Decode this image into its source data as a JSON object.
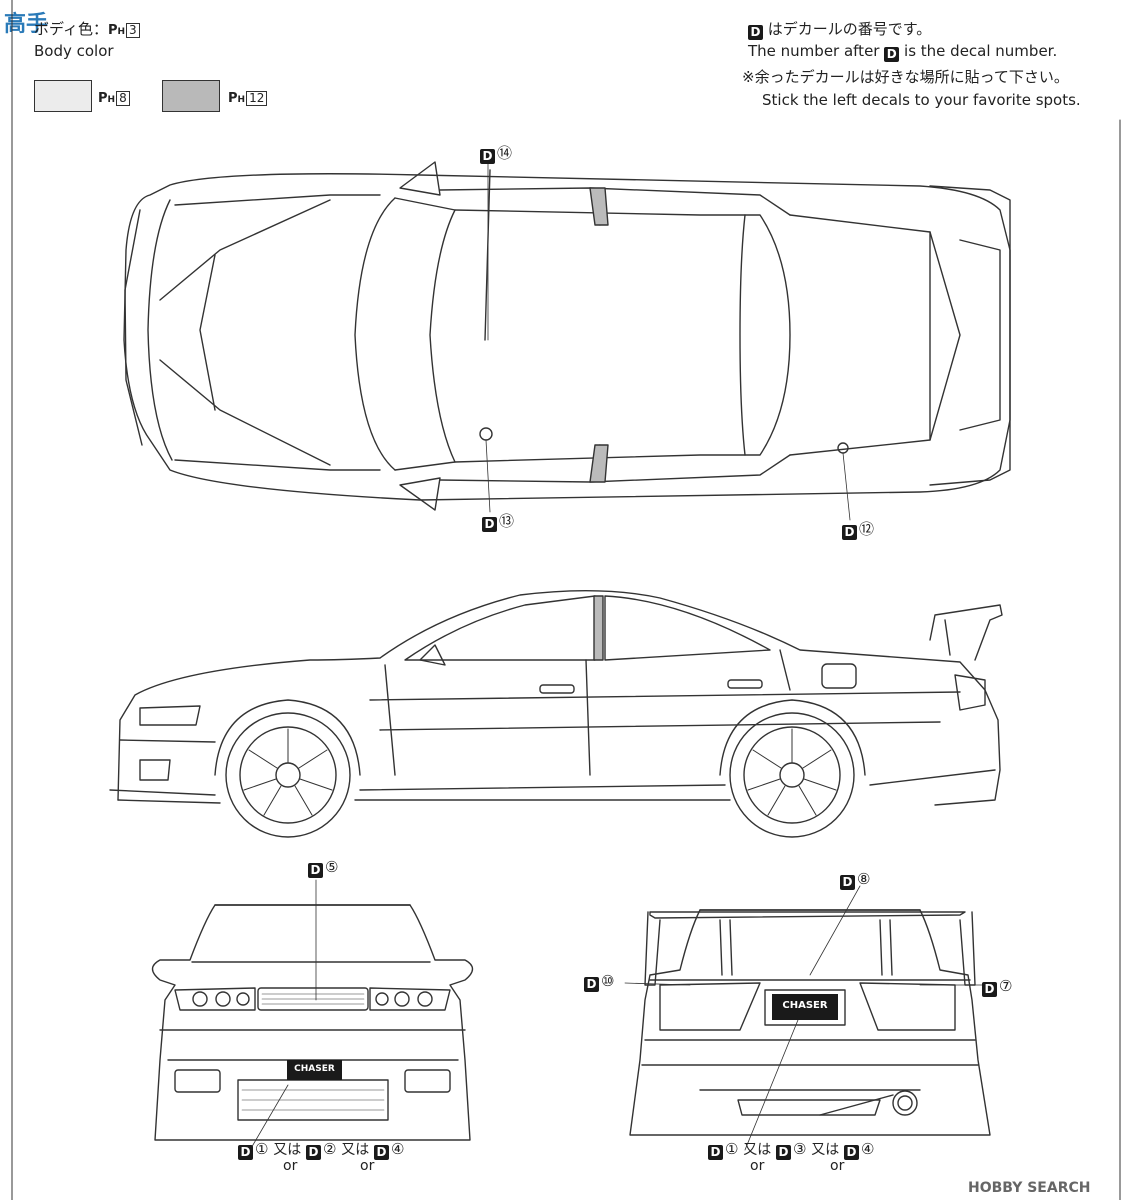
{
  "header": {
    "body_color_jp": "ボディ色：",
    "body_color_code": "3",
    "body_color_en": "Body color",
    "swatch1_code": "8",
    "swatch1_color": "#ececec",
    "swatch2_code": "12",
    "swatch2_color": "#b9b9b9",
    "ph_prefix": "P",
    "ph_sub": "H"
  },
  "notes": {
    "line1_jp": "はデカールの番号です。",
    "line1_en_a": "The number after",
    "line1_en_b": "is the decal number.",
    "line2_jp": "※余ったデカールは好きな場所に貼って下さい。",
    "line2_en": "Stick the left decals to your favorite spots."
  },
  "decal_prefix": "D",
  "callouts": {
    "top_14": "⑭",
    "top_13": "⑬",
    "top_12": "⑫",
    "front_5": "⑤",
    "rear_8": "⑧",
    "rear_10": "⑩",
    "rear_7": "⑦"
  },
  "front_plate": {
    "d1": "①",
    "d2": "②",
    "d4": "④",
    "or_jp": "又は",
    "or_en": "or"
  },
  "rear_plate": {
    "d1": "①",
    "d3": "③",
    "d4": "④",
    "or_jp": "又は",
    "or_en": "or"
  },
  "plate_text": "CHASER",
  "watermark": {
    "left": "高手",
    "right": "HOBBY SEARCH"
  }
}
